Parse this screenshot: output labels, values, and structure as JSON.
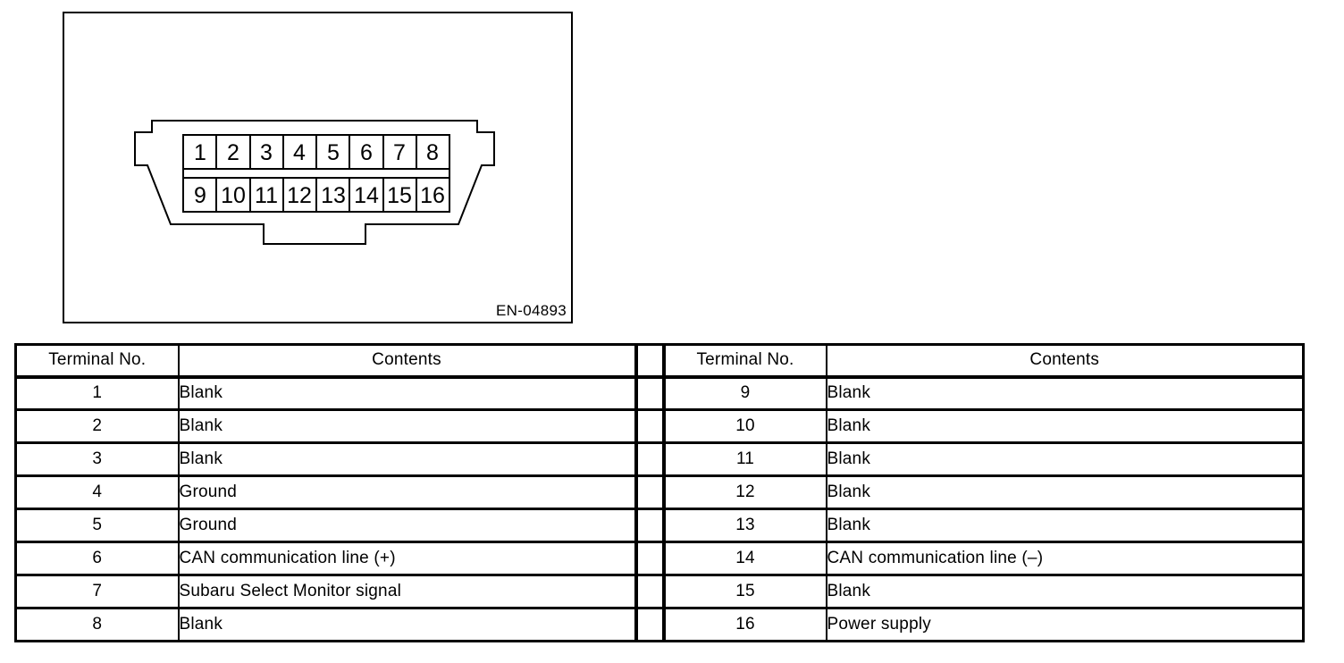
{
  "figure": {
    "reference_label": "EN-04893",
    "connector": {
      "top_pins": [
        "1",
        "2",
        "3",
        "4",
        "5",
        "6",
        "7",
        "8"
      ],
      "bottom_pins": [
        "9",
        "10",
        "11",
        "12",
        "13",
        "14",
        "15",
        "16"
      ]
    }
  },
  "table": {
    "headers": [
      "Terminal No.",
      "Contents",
      "Terminal No.",
      "Contents"
    ],
    "rows": [
      {
        "terminal_left": "1",
        "contents_left": "Blank",
        "terminal_right": "9",
        "contents_right": "Blank"
      },
      {
        "terminal_left": "2",
        "contents_left": "Blank",
        "terminal_right": "10",
        "contents_right": "Blank"
      },
      {
        "terminal_left": "3",
        "contents_left": "Blank",
        "terminal_right": "11",
        "contents_right": "Blank"
      },
      {
        "terminal_left": "4",
        "contents_left": "Ground",
        "terminal_right": "12",
        "contents_right": "Blank"
      },
      {
        "terminal_left": "5",
        "contents_left": "Ground",
        "terminal_right": "13",
        "contents_right": "Blank"
      },
      {
        "terminal_left": "6",
        "contents_left": "CAN communication line (+)",
        "terminal_right": "14",
        "contents_right": "CAN communication line (–)"
      },
      {
        "terminal_left": "7",
        "contents_left": "Subaru Select Monitor signal",
        "terminal_right": "15",
        "contents_right": "Blank"
      },
      {
        "terminal_left": "8",
        "contents_left": "Blank",
        "terminal_right": "16",
        "contents_right": "Power supply"
      }
    ]
  }
}
